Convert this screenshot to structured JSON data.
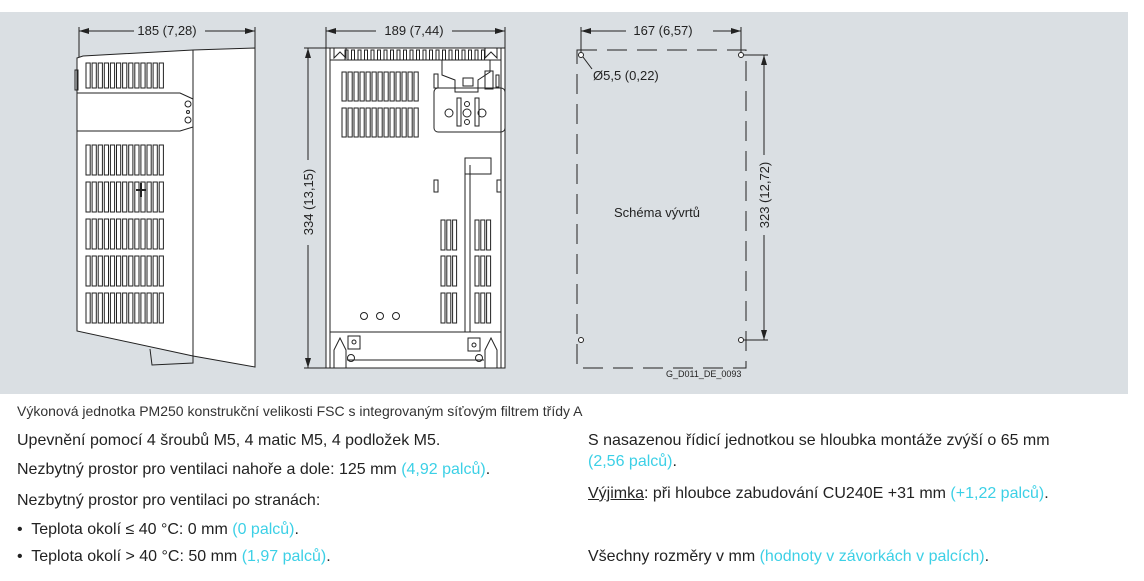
{
  "figure": {
    "side_width": "185 (7,28)",
    "front_width": "189 (7,44)",
    "front_height": "334 (13,15)",
    "drill_width": "167 (6,57)",
    "drill_height": "323 (12,72)",
    "hole_diameter": "Ø5,5 (0,22)",
    "drill_label": "Schéma vývrtů",
    "figure_id": "G_D011_DE_0093"
  },
  "caption": "Výkonová jednotka PM250 konstrukční velikosti FSC s integrovaným síťovým filtrem třídy A",
  "left_column": {
    "mounting": "Upevnění pomocí 4 šroubů M5, 4 matic M5, 4 podložek M5.",
    "vent_top_bottom": "Nezbytný prostor pro ventilaci nahoře a dole: 125 mm ",
    "vent_top_bottom_inch": "(4,92 palců)",
    "vent_sides": "Nezbytný prostor pro ventilaci po stranách:",
    "bullets": [
      {
        "text": "Teplota okolí ≤ 40 °C: 0 mm ",
        "inch": "(0 palců)",
        "end": "."
      },
      {
        "text": "Teplota okolí > 40 °C: 50 mm ",
        "inch": "(1,97 palců)",
        "end": "."
      }
    ],
    "vent_top_bottom_end": "."
  },
  "right_column": {
    "depth": "S nasazenou řídicí jednotkou se hloubka montáže zvýší o 65 mm",
    "depth_inch": "(2,56 palců)",
    "depth_end": ".",
    "exception_label": "Výjimka",
    "exception_text": ": při hloubce zabudování CU240E +31 mm ",
    "exception_inch": "(+1,22 palců)",
    "exception_end": ".",
    "units": "Všechny rozměry v mm ",
    "units_inch": "(hodnoty v závorkách v palcích)",
    "units_end": "."
  },
  "colors": {
    "panel": "#dadfe3",
    "inch": "#3cd0e6"
  }
}
